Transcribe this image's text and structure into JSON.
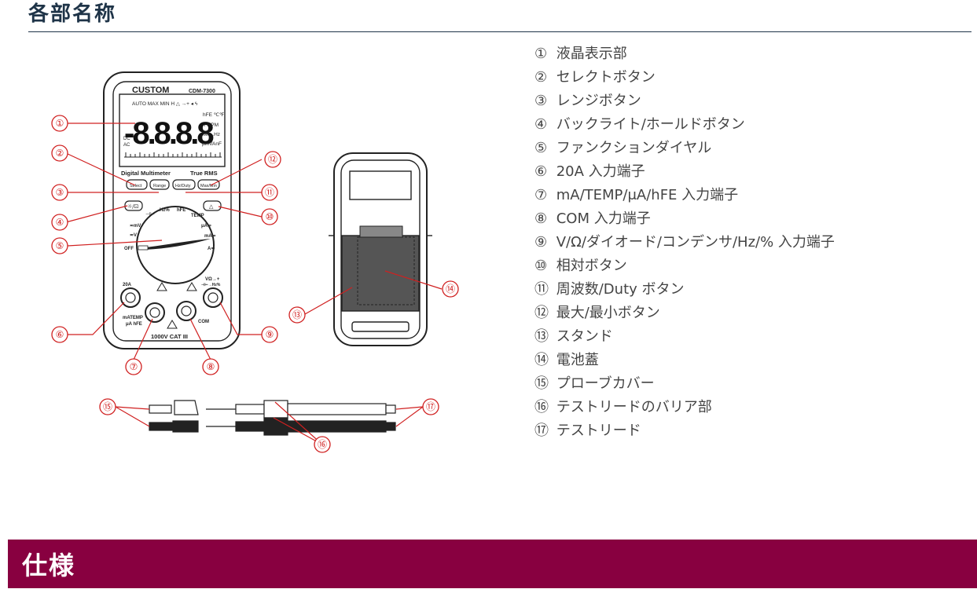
{
  "header": {
    "title": "各部名称"
  },
  "device": {
    "brand": "CUSTOM",
    "model": "CDM-7300",
    "lcd_indicators": "AUTO MAX MIN H △ →+ ◂ ϟ",
    "lcd_digits": "-8.8.8.8",
    "lcd_right_1": "hFE ℃℉",
    "lcd_right_2": "/ RPM",
    "lcd_right_3": "Mk...Hz",
    "lcd_right_4": "μmVAnF",
    "lcd_dc": "DC",
    "lcd_ac": "AC",
    "name_left": "Digital Multimeter",
    "name_right": "True RMS",
    "buttons": [
      "Select",
      "Range",
      "Hz/Duty",
      "Max/Min"
    ],
    "relative_symbol": "△",
    "dial_labels": {
      "hz": "Hz%",
      "hfe": "hFE",
      "temp": "TEMP",
      "mv": "≂mV",
      "v": "≂V",
      "ua": "μA≂",
      "ma": "mA≂",
      "a": "A≂",
      "off": "OFF"
    },
    "jack_labels": {
      "a20": "20A",
      "ma_temp": "mATEMP",
      "ua_hfe": "μA hFE",
      "com": "COM",
      "vd": "VΩ→+",
      "vd2": "⊣⊢→Hz%"
    },
    "cat": "1000V CAT III"
  },
  "callouts": [
    "①",
    "②",
    "③",
    "④",
    "⑤",
    "⑥",
    "⑦",
    "⑧",
    "⑨",
    "⑩",
    "⑪",
    "⑫",
    "⑬",
    "⑭",
    "⑮",
    "⑯",
    "⑰"
  ],
  "parts": [
    {
      "num": "①",
      "label": "液晶表示部"
    },
    {
      "num": "②",
      "label": "セレクトボタン"
    },
    {
      "num": "③",
      "label": "レンジボタン"
    },
    {
      "num": "④",
      "label": "バックライト/ホールドボタン"
    },
    {
      "num": "⑤",
      "label": "ファンクションダイヤル"
    },
    {
      "num": "⑥",
      "label": "20A 入力端子"
    },
    {
      "num": "⑦",
      "label": "mA/TEMP/μA/hFE 入力端子"
    },
    {
      "num": "⑧",
      "label": "COM 入力端子"
    },
    {
      "num": "⑨",
      "label": "V/Ω/ダイオード/コンデンサ/Hz/% 入力端子"
    },
    {
      "num": "⑩",
      "label": "相対ボタン"
    },
    {
      "num": "⑪",
      "label": "周波数/Duty ボタン"
    },
    {
      "num": "⑫",
      "label": "最大/最小ボタン"
    },
    {
      "num": "⑬",
      "label": "スタンド"
    },
    {
      "num": "⑭",
      "label": "電池蓋"
    },
    {
      "num": "⑮",
      "label": "プローブカバー"
    },
    {
      "num": "⑯",
      "label": "テストリードのバリア部"
    },
    {
      "num": "⑰",
      "label": "テストリード"
    }
  ],
  "spec": {
    "title": "仕様"
  },
  "colors": {
    "header": "#1f3448",
    "callout": "#d02020",
    "spec_bar": "#880040"
  }
}
